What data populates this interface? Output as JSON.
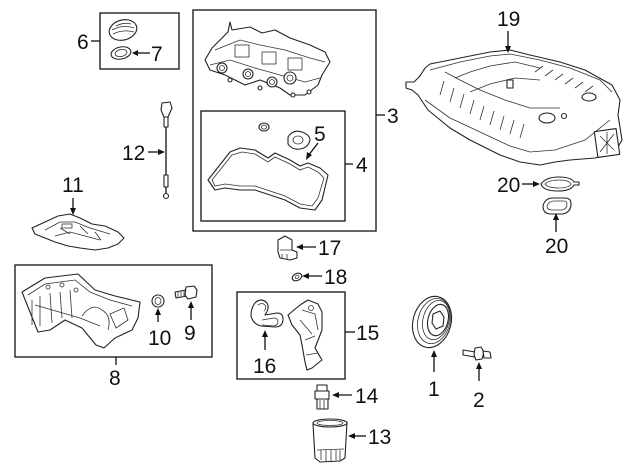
{
  "diagram": {
    "type": "exploded-parts-diagram",
    "subject": "Engine components (valve cover, intake manifold, oil pan, oil pump, filter, pulley)",
    "callouts": [
      {
        "id": "1",
        "label": "1",
        "part": "crankshaft-pulley"
      },
      {
        "id": "2",
        "label": "2",
        "part": "pulley-bolt"
      },
      {
        "id": "3",
        "label": "3",
        "part": "valve-cover-assembly"
      },
      {
        "id": "4",
        "label": "4",
        "part": "gasket-set"
      },
      {
        "id": "5",
        "label": "5",
        "part": "valve-cover-gasket"
      },
      {
        "id": "6",
        "label": "6",
        "part": "oil-filler-cap-assembly"
      },
      {
        "id": "7",
        "label": "7",
        "part": "cap-seal"
      },
      {
        "id": "8",
        "label": "8",
        "part": "oil-pan-assembly"
      },
      {
        "id": "9",
        "label": "9",
        "part": "drain-plug"
      },
      {
        "id": "10",
        "label": "10",
        "part": "drain-plug-washer"
      },
      {
        "id": "11",
        "label": "11",
        "part": "oil-baffle-plate"
      },
      {
        "id": "12",
        "label": "12",
        "part": "dipstick"
      },
      {
        "id": "13",
        "label": "13",
        "part": "oil-filter"
      },
      {
        "id": "14",
        "label": "14",
        "part": "filter-adapter"
      },
      {
        "id": "15",
        "label": "15",
        "part": "oil-pump-pickup-assembly"
      },
      {
        "id": "16",
        "label": "16",
        "part": "pickup-gasket"
      },
      {
        "id": "17",
        "label": "17",
        "part": "oil-pressure-switch"
      },
      {
        "id": "18",
        "label": "18",
        "part": "switch-washer"
      },
      {
        "id": "19",
        "label": "19",
        "part": "intake-manifold"
      },
      {
        "id": "20a",
        "label": "20",
        "part": "manifold-gasket"
      },
      {
        "id": "20b",
        "label": "20",
        "part": "manifold-gasket"
      }
    ]
  }
}
